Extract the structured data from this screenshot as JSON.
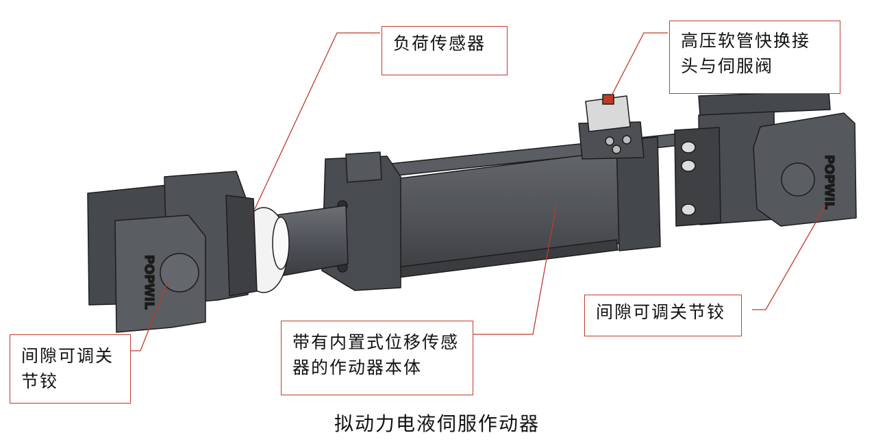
{
  "labels": {
    "load_sensor": "负荷传感器",
    "quick_coupling": [
      "高压软管快换接",
      "头与伺服阀"
    ],
    "hinge_right": "间隙可调关节铰",
    "hinge_left": [
      "间隙可调关",
      "节铰"
    ],
    "actuator_body": [
      "带有内置式位移传感",
      "器的作动器本体"
    ]
  },
  "caption": "拟动力电液伺服作动器",
  "brand_mark": "POPWIL",
  "colors": {
    "leader_line": "#c0392b",
    "body_dark": "#4a4d50",
    "body_mid": "#5d6064",
    "edge": "#1c1c1c"
  }
}
